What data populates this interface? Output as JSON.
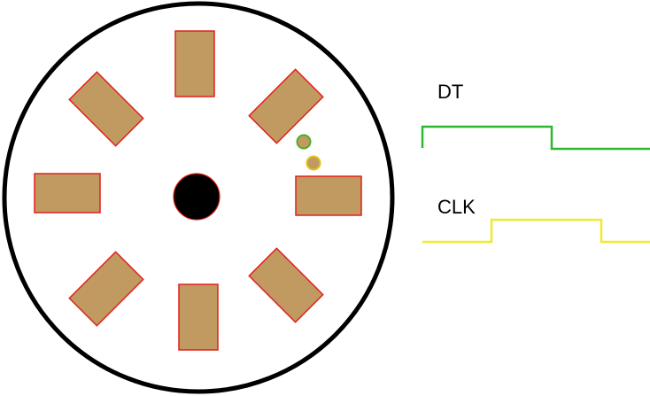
{
  "encoder": {
    "pad_count": 8,
    "pad_fill": "#c19a62",
    "pad_stroke": "#e0201c",
    "rim_color": "#000000",
    "shaft_color": "#000000",
    "contact_dt_color": "#4caf26",
    "contact_clk_color": "#e2c21a"
  },
  "signals": {
    "dt": {
      "label": "DT",
      "color": "#2fb82f",
      "levels": [
        "low",
        "high",
        "low"
      ]
    },
    "clk": {
      "label": "CLK",
      "color": "#f0ea2a",
      "levels": [
        "low",
        "high",
        "low"
      ]
    }
  }
}
